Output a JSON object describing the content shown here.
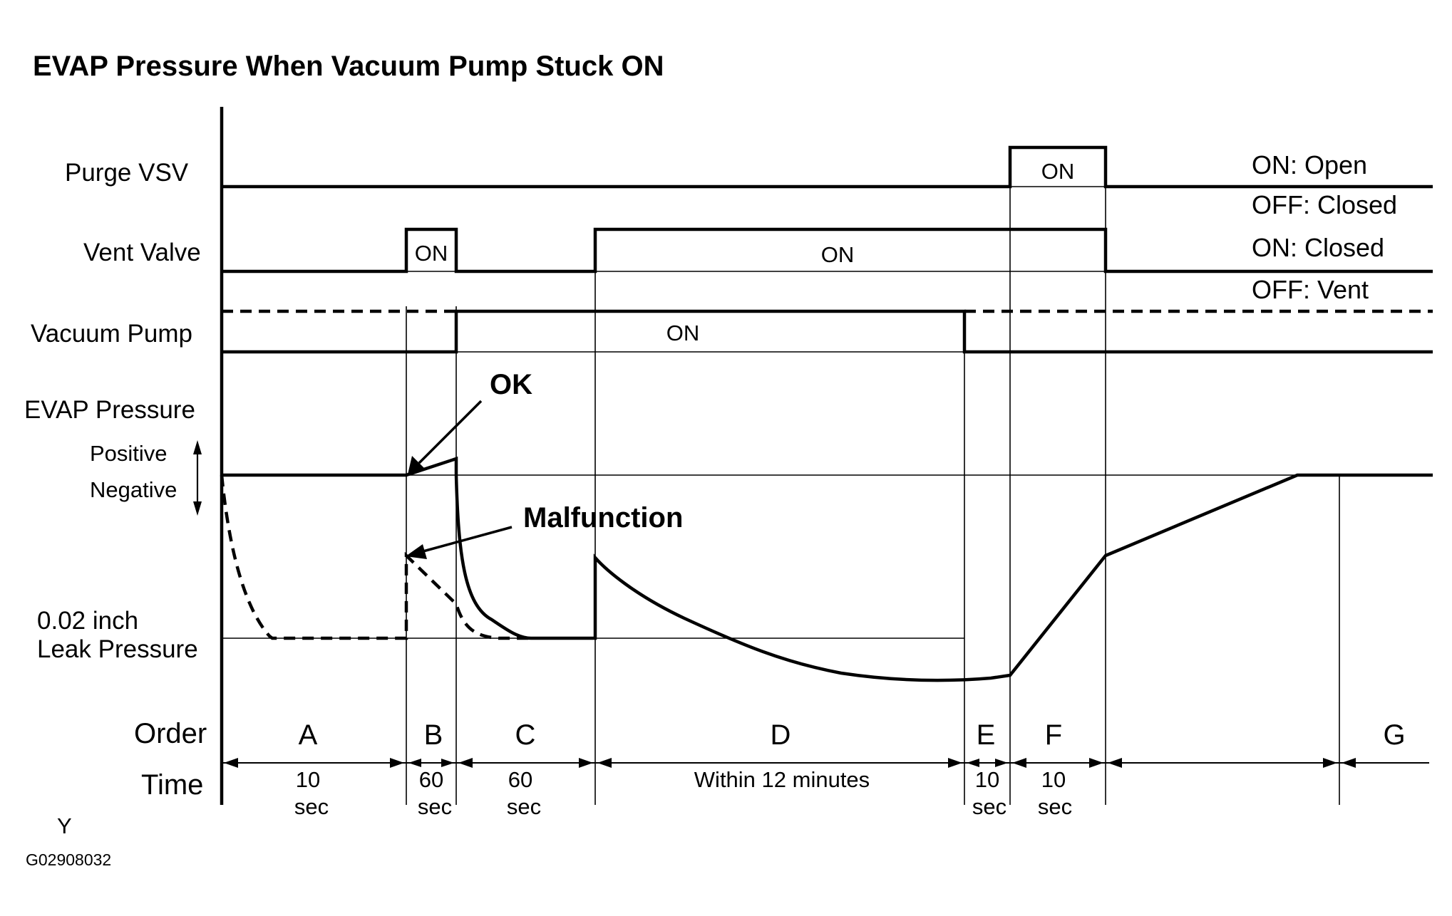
{
  "title": "EVAP Pressure When Vacuum Pump Stuck ON",
  "signals": {
    "purge_vsv": {
      "label": "Purge VSV",
      "state_on": "ON",
      "legend_on": "ON: Open",
      "legend_off": "OFF: Closed"
    },
    "vent_valve": {
      "label": "Vent Valve",
      "state_on_b": "ON",
      "state_on_d": "ON",
      "legend_on": "ON: Closed",
      "legend_off": "OFF: Vent"
    },
    "vacuum_pump": {
      "label": "Vacuum Pump",
      "state_on": "ON"
    }
  },
  "pressure": {
    "label": "EVAP Pressure",
    "positive": "Positive",
    "negative": "Negative",
    "leak_line1": "0.02 inch",
    "leak_line2": "Leak Pressure",
    "ok_label": "OK",
    "malfunction_label": "Malfunction"
  },
  "order": {
    "label": "Order",
    "phases": [
      "A",
      "B",
      "C",
      "D",
      "E",
      "F",
      "G"
    ]
  },
  "time": {
    "label": "Time",
    "durations": [
      {
        "value": "10",
        "unit": "sec"
      },
      {
        "value": "60",
        "unit": "sec"
      },
      {
        "value": "60",
        "unit": "sec"
      },
      {
        "value": "Within 12 minutes",
        "unit": ""
      },
      {
        "value": "10",
        "unit": "sec"
      },
      {
        "value": "10",
        "unit": "sec"
      }
    ]
  },
  "footer": {
    "mark": "Y",
    "code": "G02908032"
  }
}
